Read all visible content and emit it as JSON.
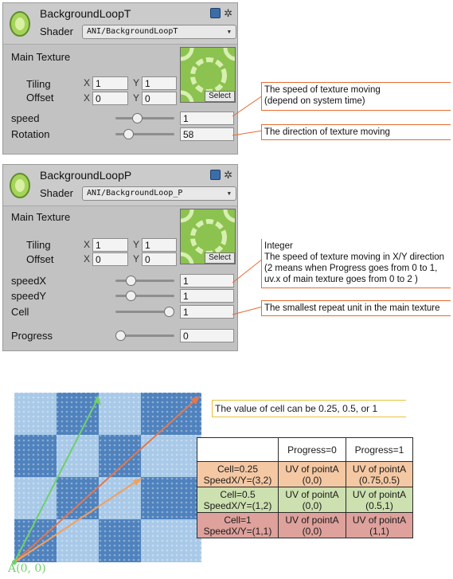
{
  "panel1": {
    "title": "BackgroundLoopT",
    "shader_label": "Shader",
    "shader_value": "ANI/BackgroundLoopT",
    "main_texture_label": "Main Texture",
    "tiling_label": "Tiling",
    "offset_label": "Offset",
    "x_label": "X",
    "y_label": "Y",
    "tiling_x": "1",
    "tiling_y": "1",
    "offset_x": "0",
    "offset_y": "0",
    "select_label": "Select",
    "props": [
      {
        "label": "speed",
        "value": "1",
        "slider_fraction": 0.35
      },
      {
        "label": "Rotation",
        "value": "58",
        "slider_fraction": 0.16
      }
    ]
  },
  "panel2": {
    "title": "BackgroundLoopP",
    "shader_label": "Shader",
    "shader_value": "ANI/BackgroundLoop_P",
    "main_texture_label": "Main Texture",
    "tiling_label": "Tiling",
    "offset_label": "Offset",
    "x_label": "X",
    "y_label": "Y",
    "tiling_x": "1",
    "tiling_y": "1",
    "offset_x": "0",
    "offset_y": "0",
    "select_label": "Select",
    "props": [
      {
        "label": "speedX",
        "value": "1",
        "slider_fraction": 0.22
      },
      {
        "label": "speedY",
        "value": "1",
        "slider_fraction": 0.22
      },
      {
        "label": "Cell",
        "value": "1",
        "slider_fraction": 1.0
      },
      {
        "label": "Progress",
        "value": "0",
        "slider_fraction": 0.0
      }
    ]
  },
  "notes": {
    "speed": [
      "The speed of texture moving",
      "(depend on system time)"
    ],
    "rotation": [
      "The direction of texture moving"
    ],
    "speedxy": [
      "Integer",
      "The speed of texture moving in X/Y direction",
      "(2 means when Progress goes from 0 to 1,",
      "uv.x of main texture goes from 0 to 2 )"
    ],
    "cell": [
      "The smallest repeat unit in the main texture"
    ],
    "cell_values": "The value of cell can  be 0.25, 0.5, or 1"
  },
  "point_label": "A(0, 0)",
  "table": {
    "headers": [
      "",
      "Progress=0",
      "Progress=1"
    ],
    "rows": [
      {
        "name": [
          "Cell=0.25",
          "SpeedX/Y=(3,2)"
        ],
        "p0": [
          "UV of pointA",
          "(0,0)"
        ],
        "p1": [
          "UV of pointA",
          "(0.75,0.5)"
        ],
        "color": "#f4c8a3"
      },
      {
        "name": [
          "Cell=0.5",
          "SpeedX/Y=(1,2)"
        ],
        "p0": [
          "UV of pointA",
          "(0,0)"
        ],
        "p1": [
          "UV of pointA",
          "(0.5,1)"
        ],
        "color": "#cde0b0"
      },
      {
        "name": [
          "Cell=1",
          "SpeedX/Y=(1,1)"
        ],
        "p0": [
          "UV of pointA",
          "(0,0)"
        ],
        "p1": [
          "UV of pointA",
          "(1,1)"
        ],
        "color": "#dea19c"
      }
    ]
  },
  "colors": {
    "accent_orange": "#e86a30",
    "accent_yellow": "#e6c23a",
    "arrow_green": "#6fd06a",
    "arrow_orange": "#f0a060",
    "arrow_red": "#e2774f"
  }
}
